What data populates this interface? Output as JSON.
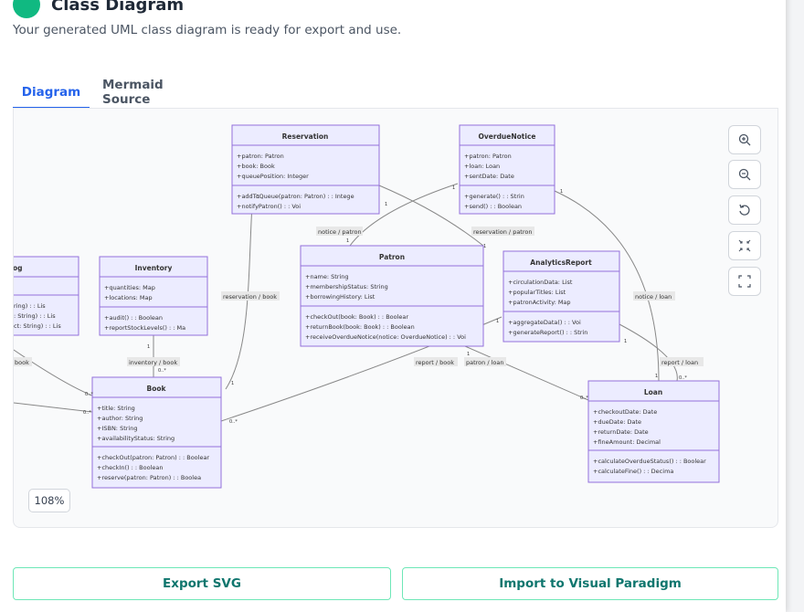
{
  "header": {
    "title": "Class Diagram",
    "subtitle": "Your generated UML class diagram is ready for export and use."
  },
  "tabs": [
    {
      "label": "Diagram",
      "active": true
    },
    {
      "label": "Mermaid Source",
      "active": false
    }
  ],
  "zoom": {
    "level": "108%"
  },
  "controls": {
    "icons": [
      "zoom-in-icon",
      "zoom-out-icon",
      "reset-icon",
      "collapse-icon",
      "fullscreen-icon"
    ]
  },
  "actions": {
    "export": "Export SVG",
    "import": "Import to Visual Paradigm"
  },
  "colors": {
    "accent": "#2563eb",
    "node_fill": "#ececff",
    "node_border": "#9370db",
    "button_text": "#0f766e",
    "button_border": "#6ee7b7"
  },
  "diagram": {
    "classes": {
      "reservation": {
        "name": "Reservation",
        "attributes": [
          "+patron: Patron",
          "+book: Book",
          "+queuePosition: Integer"
        ],
        "methods": [
          "+addToQueue(patron: Patron) : : Intege",
          "+notifyPatron() : : Voi"
        ]
      },
      "overdue": {
        "name": "OverdueNotice",
        "attributes": [
          "+patron: Patron",
          "+loan: Loan",
          "+sentDate: Date"
        ],
        "methods": [
          "+generate() : : Strin",
          "+send() : : Boolean"
        ]
      },
      "patron": {
        "name": "Patron",
        "attributes": [
          "+name: String",
          "+membershipStatus: String",
          "+borrowingHistory: List"
        ],
        "methods": [
          "+checkOut(book: Book) : : Boolear",
          "+returnBook(book: Book) : : Boolean",
          "+receiveOverdueNotice(notice: OverdueNotice) : : Voi"
        ]
      },
      "analytics": {
        "name": "AnalyticsReport",
        "attributes": [
          "+circulationData: List",
          "+popularTitles: List",
          "+patronActivity: Map"
        ],
        "methods": [
          "+aggregateData() : : Voi",
          "+generateReport() : : Strin"
        ]
      },
      "inventory": {
        "name": "Inventory",
        "attributes": [
          "+quantities: Map",
          "+locations: Map"
        ],
        "methods": [
          "+audit() : : Boolean",
          "+reportStockLevels() : : Ma"
        ]
      },
      "catalog": {
        "name": "og",
        "attributes": [
          ""
        ],
        "methods": [
          "ring) : : Lis",
          ": String) : : Lis",
          "ct: String) : : Lis"
        ]
      },
      "book": {
        "name": "Book",
        "attributes": [
          "+title: String",
          "+author: String",
          "+ISBN: String",
          "+availabilityStatus: String"
        ],
        "methods": [
          "+checkOut(patron: Patron) : : Boolear",
          "+checkIn() : : Boolean",
          "+reserve(patron: Patron) : : Boolea"
        ]
      },
      "loan": {
        "name": "Loan",
        "attributes": [
          "+checkoutDate: Date",
          "+dueDate: Date",
          "+returnDate: Date",
          "+fineAmount: Decimal"
        ],
        "methods": [
          "+calculateOverdueStatus() : : Boolear",
          "+calculateFine() : : Decima"
        ]
      }
    },
    "edge_labels": {
      "res_book": "reservation / book",
      "notice_patron": "notice / patron",
      "res_patron": "reservation / patron",
      "notice_loan": "notice / loan",
      "inv_book": "inventory / book",
      "report_book": "report / book",
      "patron_loan": "patron / loan",
      "report_loan": "report / loan",
      "cat_book": "book"
    },
    "multiplicities": {
      "one": "1",
      "many": "0..*"
    }
  }
}
